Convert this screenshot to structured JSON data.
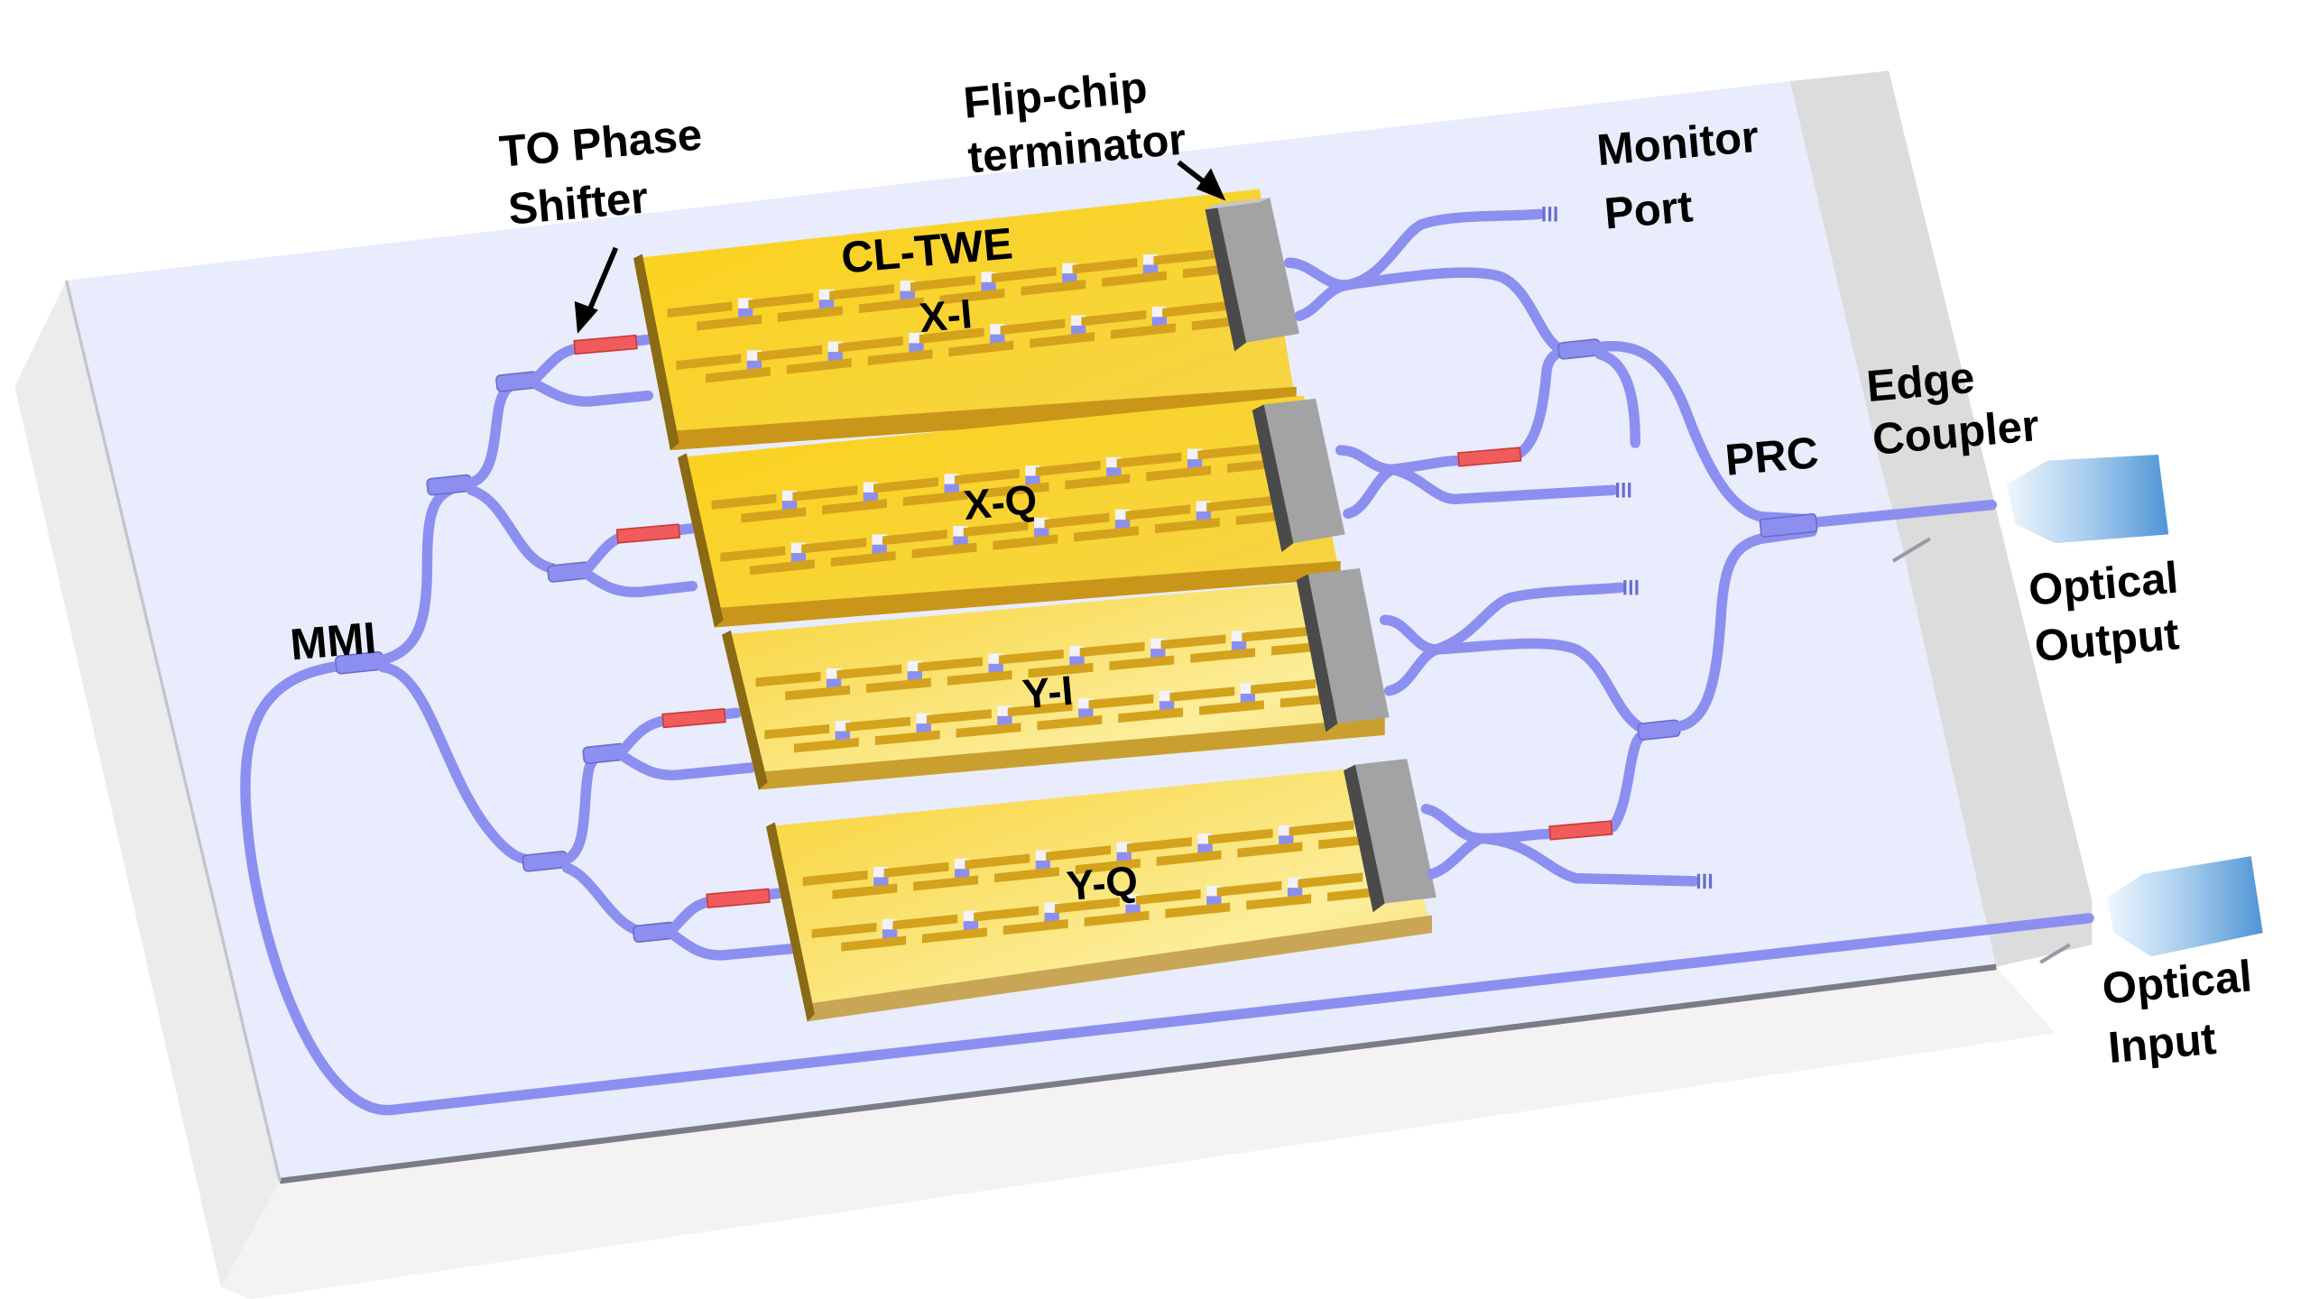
{
  "figure": {
    "title": "Dual-polarization IQ modulator photonic chip schematic",
    "labels": {
      "to_phase_shifter": [
        "TO Phase",
        "Shifter"
      ],
      "flip_chip_terminator": [
        "Flip-chip",
        "terminator"
      ],
      "monitor_port": [
        "Monitor",
        "Port"
      ],
      "edge_coupler": [
        "Edge",
        "Coupler"
      ],
      "prc": "PRC",
      "mmi": "MMI",
      "cl_twe": "CL-TWE",
      "optical_output": [
        "Optical",
        "Output"
      ],
      "optical_input": [
        "Optical",
        "Input"
      ]
    },
    "modulators": [
      {
        "id": "X-I",
        "label": "X-I"
      },
      {
        "id": "X-Q",
        "label": "X-Q"
      },
      {
        "id": "Y-I",
        "label": "Y-I"
      },
      {
        "id": "Y-Q",
        "label": "Y-Q"
      }
    ],
    "colors": {
      "chip_surface": "#e8ecfc",
      "chip_side": "#ececec",
      "chip_bottom": "#f4f2f2",
      "edge_slab": "#dcdcdc",
      "waveguide": "#8c8ff0",
      "electrode_gold": "#f7cc1c",
      "electrode_dark": "#d4a21c",
      "heater": "#f25b5b",
      "terminator": "#a3a3a3",
      "fiber": "#5b9ed8"
    }
  }
}
